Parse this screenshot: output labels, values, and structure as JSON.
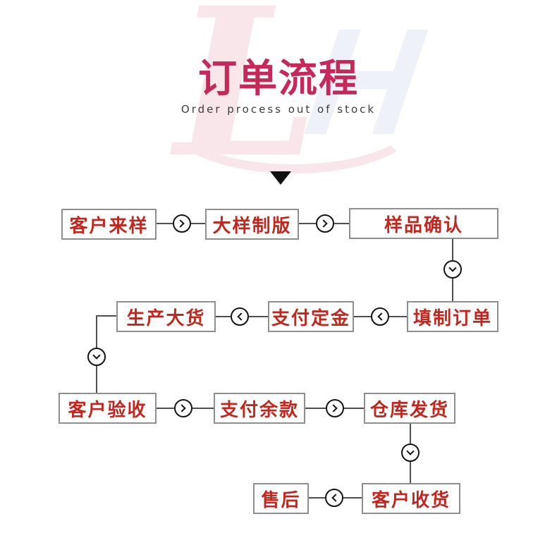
{
  "header": {
    "title": "订单流程",
    "subtitle": "Order process out of stock",
    "watermark_letters": {
      "l": "L",
      "h": "H"
    }
  },
  "flow": {
    "nodes": [
      {
        "label": "客户来样"
      },
      {
        "label": "大样制版"
      },
      {
        "label": "样品确认"
      },
      {
        "label": "生产大货"
      },
      {
        "label": "支付定金"
      },
      {
        "label": "填制订单"
      },
      {
        "label": "客户验收"
      },
      {
        "label": "支付余款"
      },
      {
        "label": "仓库发货"
      },
      {
        "label": "售后"
      },
      {
        "label": "客户收货"
      }
    ],
    "connector_icons": [
      "arrow-right",
      "arrow-right",
      "arrow-down",
      "arrow-left",
      "arrow-left",
      "arrow-down",
      "arrow-right",
      "arrow-right",
      "arrow-down",
      "arrow-left"
    ]
  },
  "colors": {
    "title": "#c5295a",
    "node_text": "#c2271f",
    "node_border": "#8f8f8f",
    "connector_line": "#4f4f4f",
    "arrow_circle": "#141414",
    "watermark_pink": "#f8e6ea",
    "watermark_blue": "#eef1f7"
  }
}
